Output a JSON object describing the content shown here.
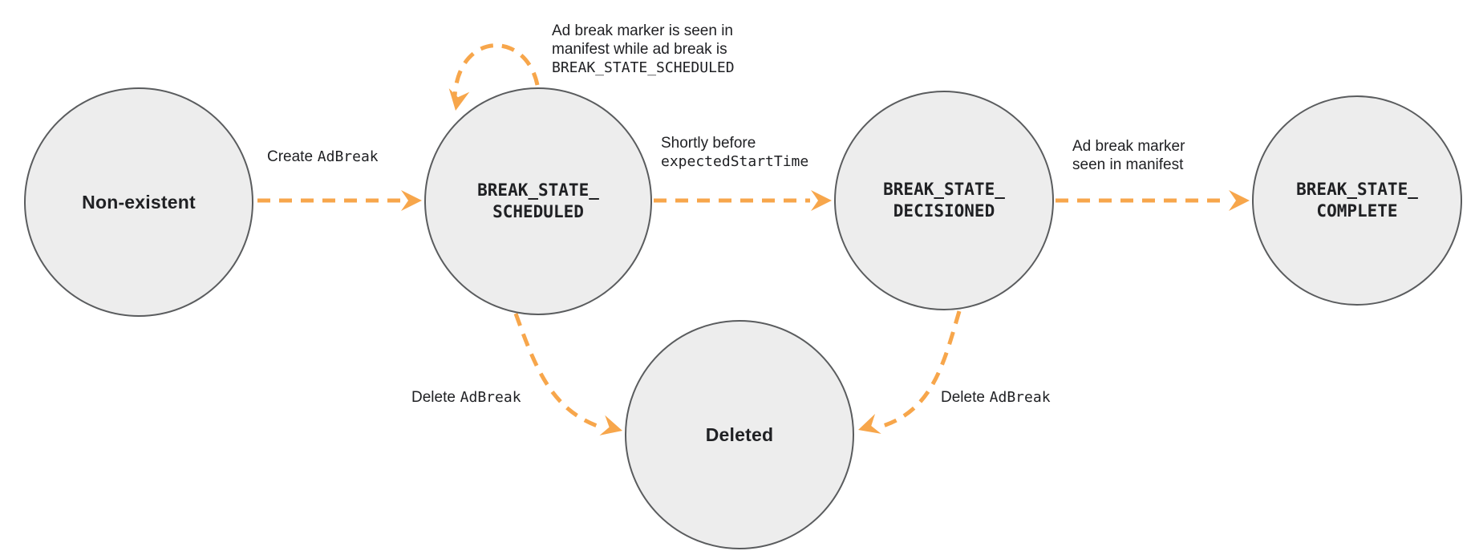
{
  "diagram": {
    "type": "state-diagram",
    "description": "Ad break lifecycle state machine",
    "colors": {
      "arrow": "#F7A64B",
      "node_fill": "#EDEDED",
      "node_border": "#5A5C5E",
      "text": "#202124"
    },
    "nodes": {
      "non_existent": {
        "label": "Non-existent"
      },
      "scheduled": {
        "line1": "BREAK_STATE_",
        "line2": "SCHEDULED"
      },
      "decisioned": {
        "line1": "BREAK_STATE_",
        "line2": "DECISIONED"
      },
      "complete": {
        "line1": "BREAK_STATE_",
        "line2": "COMPLETE"
      },
      "deleted": {
        "label": "Deleted"
      }
    },
    "edges": {
      "create": {
        "text": "Create",
        "code": "AdBreak",
        "from": "non_existent",
        "to": "scheduled"
      },
      "self_loop": {
        "line1": "Ad break marker is seen in",
        "line2": "manifest while ad break is",
        "code": "BREAK_STATE_SCHEDULED",
        "from": "scheduled",
        "to": "scheduled"
      },
      "shortly": {
        "text": "Shortly before",
        "code": "expectedStartTime",
        "from": "scheduled",
        "to": "decisioned"
      },
      "marker_seen": {
        "line1": "Ad break marker",
        "line2": "seen in manifest",
        "from": "decisioned",
        "to": "complete"
      },
      "delete_left": {
        "text": "Delete",
        "code": "AdBreak",
        "from": "scheduled",
        "to": "deleted"
      },
      "delete_right": {
        "text": "Delete",
        "code": "AdBreak",
        "from": "decisioned",
        "to": "deleted"
      }
    }
  }
}
